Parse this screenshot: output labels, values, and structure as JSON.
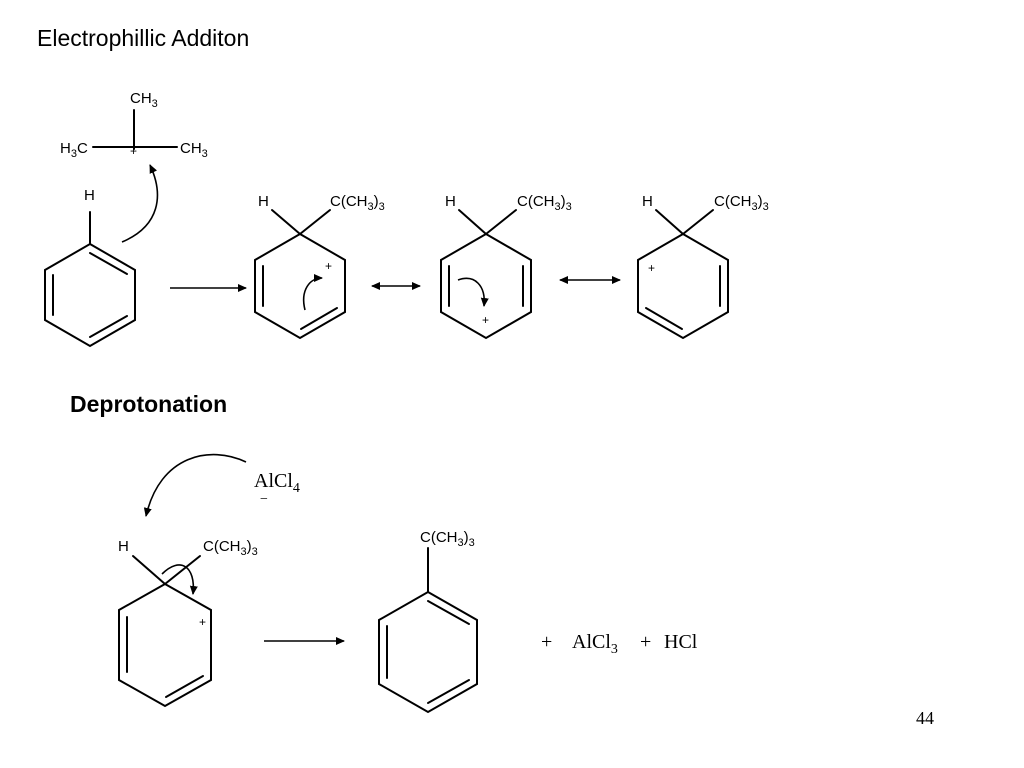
{
  "slide": {
    "title": "Electrophillic Additon",
    "subtitle": "Deprotonation",
    "page_number": "44"
  },
  "labels": {
    "CH": "CH",
    "sub3": "3",
    "C_CH": "C(CH",
    "close": ")",
    "H3C_H": "H",
    "H3C_C": "C",
    "H": "H",
    "plus": "+",
    "minus": "−",
    "AlCl": "AlCl",
    "sub4": "4",
    "AlCl3_plus": "+",
    "HCl_plus": "+",
    "HCl": "HCl"
  }
}
